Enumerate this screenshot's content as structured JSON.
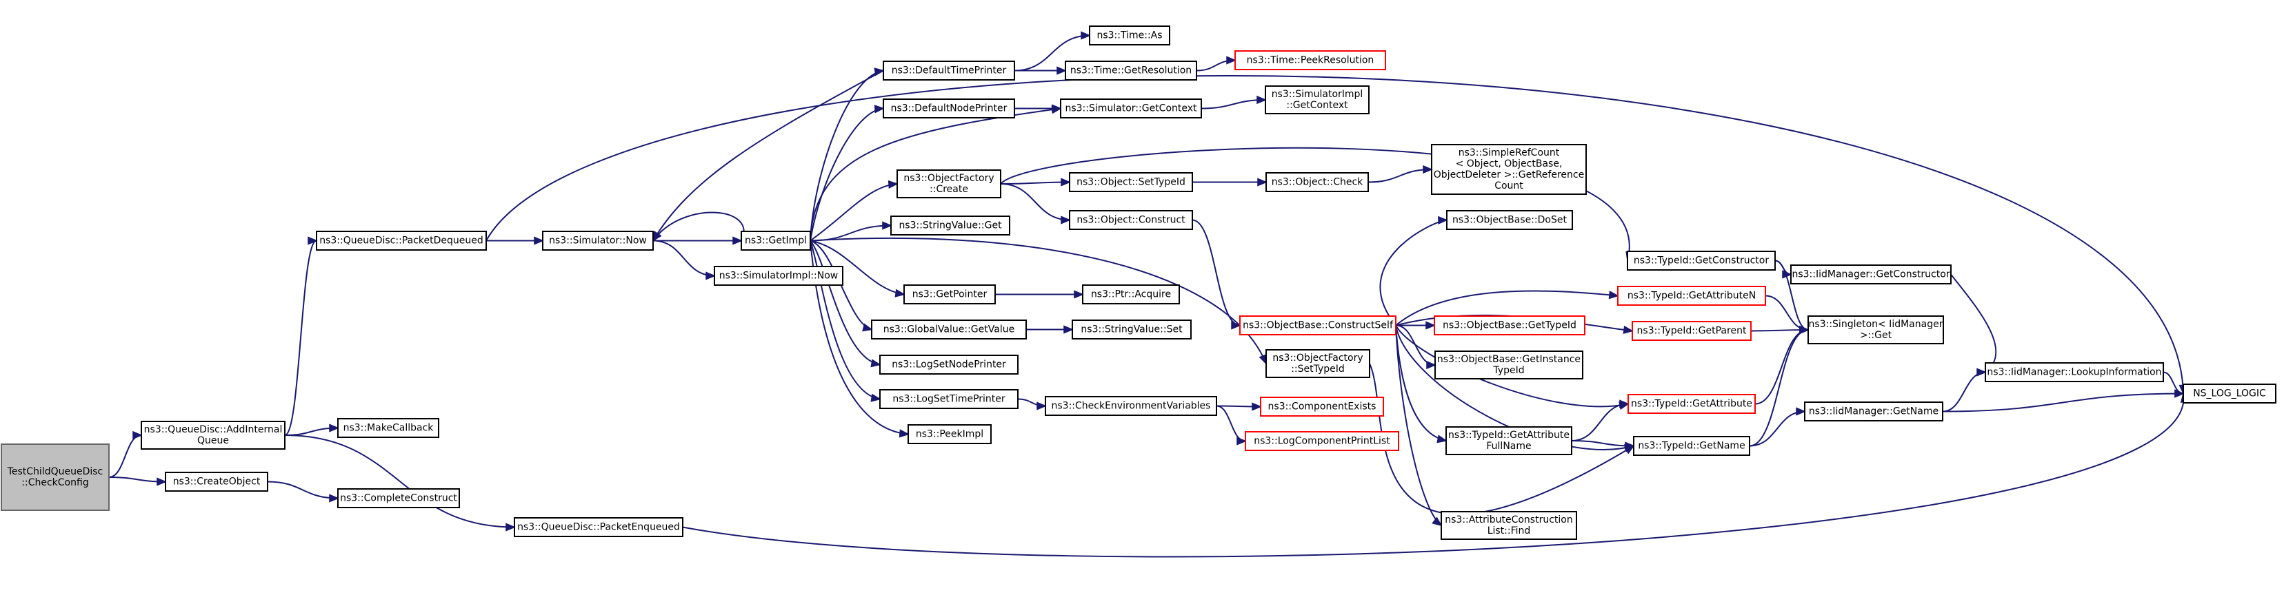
{
  "colors": {
    "edge": "#191970",
    "node_border": "#000000",
    "node_border_missing": "#ff0000",
    "node_fill": "#ffffff",
    "root_fill": "#bfbfbf",
    "root_border": "#666666",
    "text": "#000000"
  },
  "nodes": [
    {
      "id": "root",
      "lines": [
        "TestChildQueueDisc",
        "::CheckConfig"
      ],
      "style": "root"
    },
    {
      "id": "addinternal",
      "lines": [
        "ns3::QueueDisc::AddInternal",
        "Queue"
      ],
      "style": "normal"
    },
    {
      "id": "createobject",
      "lines": [
        "ns3::CreateObject"
      ],
      "style": "normal"
    },
    {
      "id": "makecallback",
      "lines": [
        "ns3::MakeCallback"
      ],
      "style": "normal"
    },
    {
      "id": "pktdequeued",
      "lines": [
        "ns3::QueueDisc::PacketDequeued"
      ],
      "style": "normal"
    },
    {
      "id": "pktenqueued",
      "lines": [
        "ns3::QueueDisc::PacketEnqueued"
      ],
      "style": "normal"
    },
    {
      "id": "completeconstruct",
      "lines": [
        "ns3::CompleteConstruct"
      ],
      "style": "normal"
    },
    {
      "id": "simnow",
      "lines": [
        "ns3::Simulator::Now"
      ],
      "style": "normal"
    },
    {
      "id": "getimpl",
      "lines": [
        "ns3::GetImpl"
      ],
      "style": "normal"
    },
    {
      "id": "simimplnow",
      "lines": [
        "ns3::SimulatorImpl::Now"
      ],
      "style": "normal"
    },
    {
      "id": "deftimeprinter",
      "lines": [
        "ns3::DefaultTimePrinter"
      ],
      "style": "normal"
    },
    {
      "id": "defnodeprinter",
      "lines": [
        "ns3::DefaultNodePrinter"
      ],
      "style": "normal"
    },
    {
      "id": "objfactorycreate",
      "lines": [
        "ns3::ObjectFactory",
        "::Create"
      ],
      "style": "normal"
    },
    {
      "id": "stringvalueget",
      "lines": [
        "ns3::StringValue::Get"
      ],
      "style": "normal"
    },
    {
      "id": "getpointer",
      "lines": [
        "ns3::GetPointer"
      ],
      "style": "normal"
    },
    {
      "id": "globalvaluegetvalue",
      "lines": [
        "ns3::GlobalValue::GetValue"
      ],
      "style": "normal"
    },
    {
      "id": "logsetnodeprinter",
      "lines": [
        "ns3::LogSetNodePrinter"
      ],
      "style": "normal"
    },
    {
      "id": "logsettimeprinter",
      "lines": [
        "ns3::LogSetTimePrinter"
      ],
      "style": "normal"
    },
    {
      "id": "peekimpl",
      "lines": [
        "ns3::PeekImpl"
      ],
      "style": "normal"
    },
    {
      "id": "timeas",
      "lines": [
        "ns3::Time::As"
      ],
      "style": "normal"
    },
    {
      "id": "timegetresolution",
      "lines": [
        "ns3::Time::GetResolution"
      ],
      "style": "normal"
    },
    {
      "id": "simgetcontext",
      "lines": [
        "ns3::Simulator::GetContext"
      ],
      "style": "normal"
    },
    {
      "id": "objsettypeid",
      "lines": [
        "ns3::Object::SetTypeId"
      ],
      "style": "normal"
    },
    {
      "id": "objconstruct",
      "lines": [
        "ns3::Object::Construct"
      ],
      "style": "normal"
    },
    {
      "id": "ptracquire",
      "lines": [
        "ns3::Ptr::Acquire"
      ],
      "style": "normal"
    },
    {
      "id": "stringvalueset",
      "lines": [
        "ns3::StringValue::Set"
      ],
      "style": "normal"
    },
    {
      "id": "checkenvvars",
      "lines": [
        "ns3::CheckEnvironmentVariables"
      ],
      "style": "normal"
    },
    {
      "id": "timepeekresolution",
      "lines": [
        "ns3::Time::PeekResolution"
      ],
      "style": "missing"
    },
    {
      "id": "simimplgetcontext",
      "lines": [
        "ns3::SimulatorImpl",
        "::GetContext"
      ],
      "style": "normal"
    },
    {
      "id": "objcheck",
      "lines": [
        "ns3::Object::Check"
      ],
      "style": "normal"
    },
    {
      "id": "objbaseconstructself",
      "lines": [
        "ns3::ObjectBase::ConstructSelf"
      ],
      "style": "missing"
    },
    {
      "id": "objfactorysettypeid",
      "lines": [
        "ns3::ObjectFactory",
        "::SetTypeId"
      ],
      "style": "normal"
    },
    {
      "id": "componentexists",
      "lines": [
        "ns3::ComponentExists"
      ],
      "style": "missing"
    },
    {
      "id": "logcomponentprintlist",
      "lines": [
        "ns3::LogComponentPrintList"
      ],
      "style": "missing"
    },
    {
      "id": "simplerefcount",
      "lines": [
        "ns3::SimpleRefCount",
        "< Object, ObjectBase,",
        "ObjectDeleter >::GetReference",
        "Count"
      ],
      "style": "normal"
    },
    {
      "id": "objbasedoset",
      "lines": [
        "ns3::ObjectBase::DoSet"
      ],
      "style": "normal"
    },
    {
      "id": "objbasegettypeid",
      "lines": [
        "ns3::ObjectBase::GetTypeId"
      ],
      "style": "missing"
    },
    {
      "id": "objbasegetinstancetypeid",
      "lines": [
        "ns3::ObjectBase::GetInstance",
        "TypeId"
      ],
      "style": "normal"
    },
    {
      "id": "typeidgetattrfullname",
      "lines": [
        "ns3::TypeId::GetAttribute",
        "FullName"
      ],
      "style": "normal"
    },
    {
      "id": "attrconstructionlistfind",
      "lines": [
        "ns3::AttributeConstruction",
        "List::Find"
      ],
      "style": "normal"
    },
    {
      "id": "typeidgetconstructor",
      "lines": [
        "ns3::TypeId::GetConstructor"
      ],
      "style": "normal"
    },
    {
      "id": "typeidgetattributen",
      "lines": [
        "ns3::TypeId::GetAttributeN"
      ],
      "style": "missing"
    },
    {
      "id": "typeidgetparent",
      "lines": [
        "ns3::TypeId::GetParent"
      ],
      "style": "missing"
    },
    {
      "id": "typeidgetattribute",
      "lines": [
        "ns3::TypeId::GetAttribute"
      ],
      "style": "missing"
    },
    {
      "id": "typeidgetname",
      "lines": [
        "ns3::TypeId::GetName"
      ],
      "style": "normal"
    },
    {
      "id": "iidmgrgetconstructor",
      "lines": [
        "ns3::IidManager::GetConstructor"
      ],
      "style": "normal"
    },
    {
      "id": "singletonget",
      "lines": [
        "ns3::Singleton< IidManager",
        ">::Get"
      ],
      "style": "normal"
    },
    {
      "id": "iidmgrgetname",
      "lines": [
        "ns3::IidManager::GetName"
      ],
      "style": "normal"
    },
    {
      "id": "iidmgrlookupinfo",
      "lines": [
        "ns3::IidManager::LookupInformation"
      ],
      "style": "normal"
    },
    {
      "id": "nslog",
      "lines": [
        "NS_LOG_LOGIC"
      ],
      "style": "normal"
    }
  ],
  "edges": [
    {
      "from": "root",
      "to": "addinternal"
    },
    {
      "from": "root",
      "to": "createobject"
    },
    {
      "from": "addinternal",
      "to": "makecallback"
    },
    {
      "from": "addinternal",
      "to": "pktdequeued"
    },
    {
      "from": "addinternal",
      "to": "pktenqueued"
    },
    {
      "from": "createobject",
      "to": "completeconstruct"
    },
    {
      "from": "pktdequeued",
      "to": "simnow"
    },
    {
      "from": "pktdequeued",
      "to": "nslog"
    },
    {
      "from": "pktenqueued",
      "to": "nslog"
    },
    {
      "from": "simnow",
      "to": "getimpl"
    },
    {
      "from": "simnow",
      "to": "simimplnow"
    },
    {
      "from": "getimpl",
      "to": "simnow"
    },
    {
      "from": "getimpl",
      "to": "deftimeprinter"
    },
    {
      "from": "getimpl",
      "to": "defnodeprinter"
    },
    {
      "from": "getimpl",
      "to": "simgetcontext"
    },
    {
      "from": "getimpl",
      "to": "objfactorycreate"
    },
    {
      "from": "getimpl",
      "to": "stringvalueget"
    },
    {
      "from": "getimpl",
      "to": "objfactorysettypeid"
    },
    {
      "from": "getimpl",
      "to": "getpointer"
    },
    {
      "from": "getimpl",
      "to": "globalvaluegetvalue"
    },
    {
      "from": "getimpl",
      "to": "logsetnodeprinter"
    },
    {
      "from": "getimpl",
      "to": "logsettimeprinter"
    },
    {
      "from": "getimpl",
      "to": "peekimpl"
    },
    {
      "from": "deftimeprinter",
      "to": "simnow"
    },
    {
      "from": "deftimeprinter",
      "to": "timeas"
    },
    {
      "from": "deftimeprinter",
      "to": "timegetresolution"
    },
    {
      "from": "timegetresolution",
      "to": "timepeekresolution"
    },
    {
      "from": "defnodeprinter",
      "to": "simgetcontext"
    },
    {
      "from": "simgetcontext",
      "to": "simimplgetcontext"
    },
    {
      "from": "objfactorycreate",
      "to": "objsettypeid"
    },
    {
      "from": "objfactorycreate",
      "to": "objconstruct"
    },
    {
      "from": "objfactorycreate",
      "to": "typeidgetconstructor"
    },
    {
      "from": "objsettypeid",
      "to": "objcheck"
    },
    {
      "from": "objcheck",
      "to": "simplerefcount"
    },
    {
      "from": "objconstruct",
      "to": "objbaseconstructself"
    },
    {
      "from": "getpointer",
      "to": "ptracquire"
    },
    {
      "from": "globalvaluegetvalue",
      "to": "stringvalueset"
    },
    {
      "from": "logsettimeprinter",
      "to": "checkenvvars"
    },
    {
      "from": "checkenvvars",
      "to": "componentexists"
    },
    {
      "from": "checkenvvars",
      "to": "logcomponentprintlist"
    },
    {
      "from": "objfactorysettypeid",
      "to": "typeidgetname"
    },
    {
      "from": "objbaseconstructself",
      "to": "objbasedoset"
    },
    {
      "from": "objbaseconstructself",
      "to": "typeidgetattributen"
    },
    {
      "from": "objbaseconstructself",
      "to": "objbasegettypeid"
    },
    {
      "from": "objbaseconstructself",
      "to": "typeidgetparent"
    },
    {
      "from": "objbaseconstructself",
      "to": "objbasegetinstancetypeid"
    },
    {
      "from": "objbaseconstructself",
      "to": "typeidgetattribute"
    },
    {
      "from": "objbaseconstructself",
      "to": "typeidgetattrfullname"
    },
    {
      "from": "objbaseconstructself",
      "to": "typeidgetname"
    },
    {
      "from": "objbaseconstructself",
      "to": "attrconstructionlistfind"
    },
    {
      "from": "typeidgetattrfullname",
      "to": "typeidgetattribute"
    },
    {
      "from": "typeidgetattrfullname",
      "to": "typeidgetname"
    },
    {
      "from": "typeidgetconstructor",
      "to": "iidmgrgetconstructor"
    },
    {
      "from": "typeidgetconstructor",
      "to": "singletonget"
    },
    {
      "from": "typeidgetattributen",
      "to": "singletonget"
    },
    {
      "from": "typeidgetparent",
      "to": "singletonget"
    },
    {
      "from": "typeidgetattribute",
      "to": "singletonget"
    },
    {
      "from": "typeidgetname",
      "to": "singletonget"
    },
    {
      "from": "typeidgetname",
      "to": "iidmgrgetname"
    },
    {
      "from": "iidmgrgetconstructor",
      "to": "iidmgrlookupinfo"
    },
    {
      "from": "iidmgrgetname",
      "to": "iidmgrlookupinfo"
    },
    {
      "from": "iidmgrgetname",
      "to": "nslog"
    },
    {
      "from": "iidmgrlookupinfo",
      "to": "nslog"
    }
  ]
}
